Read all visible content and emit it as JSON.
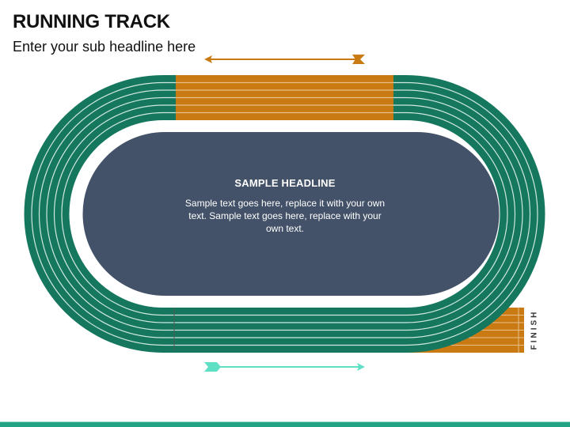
{
  "header": {
    "title": "RUNNING TRACK",
    "subtitle": "Enter your sub headline here"
  },
  "field": {
    "headline": "SAMPLE HEADLINE",
    "body": "Sample text goes here, replace it with your own text. Sample text goes here, replace with your own text."
  },
  "finish_label": "FINISH",
  "arrows": {
    "top": {
      "direction": "left",
      "color": "#c97a12"
    },
    "bottom": {
      "direction": "right",
      "color": "#5fe0c4"
    }
  },
  "colors": {
    "track_green": "#16775f",
    "track_orange": "#c97a12",
    "lane_line": "#cfe8df",
    "field": "#435268",
    "accent_bar": "#22a384"
  }
}
